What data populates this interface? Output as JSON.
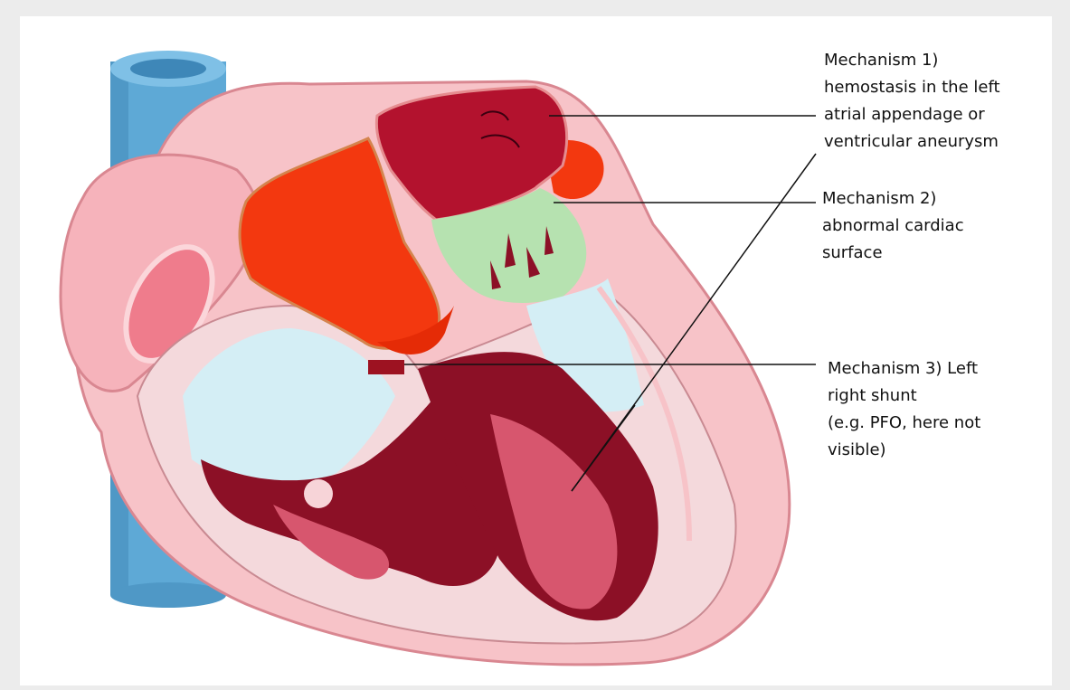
{
  "mechanisms": [
    {
      "text": "Mechanism 1)\nhemostasis in the left\natrial appendage or\nventricular aneurysm"
    },
    {
      "text": "Mechanism 2)\nabnormal cardiac\nsurface"
    },
    {
      "text": "Mechanism 3) Left\nright shunt\n(e.g. PFO, here not\nvisible)"
    }
  ],
  "colors": {
    "vena_cava": "#5ea9d6",
    "myocardium": "#f4b9bf",
    "aorta_red": "#f3380f",
    "appendage_thrombus": "#b3122e",
    "abnormal_surface": "#b6e2b0",
    "valve_blue": "#d4eef5",
    "ventricle_dark": "#8c1026"
  }
}
